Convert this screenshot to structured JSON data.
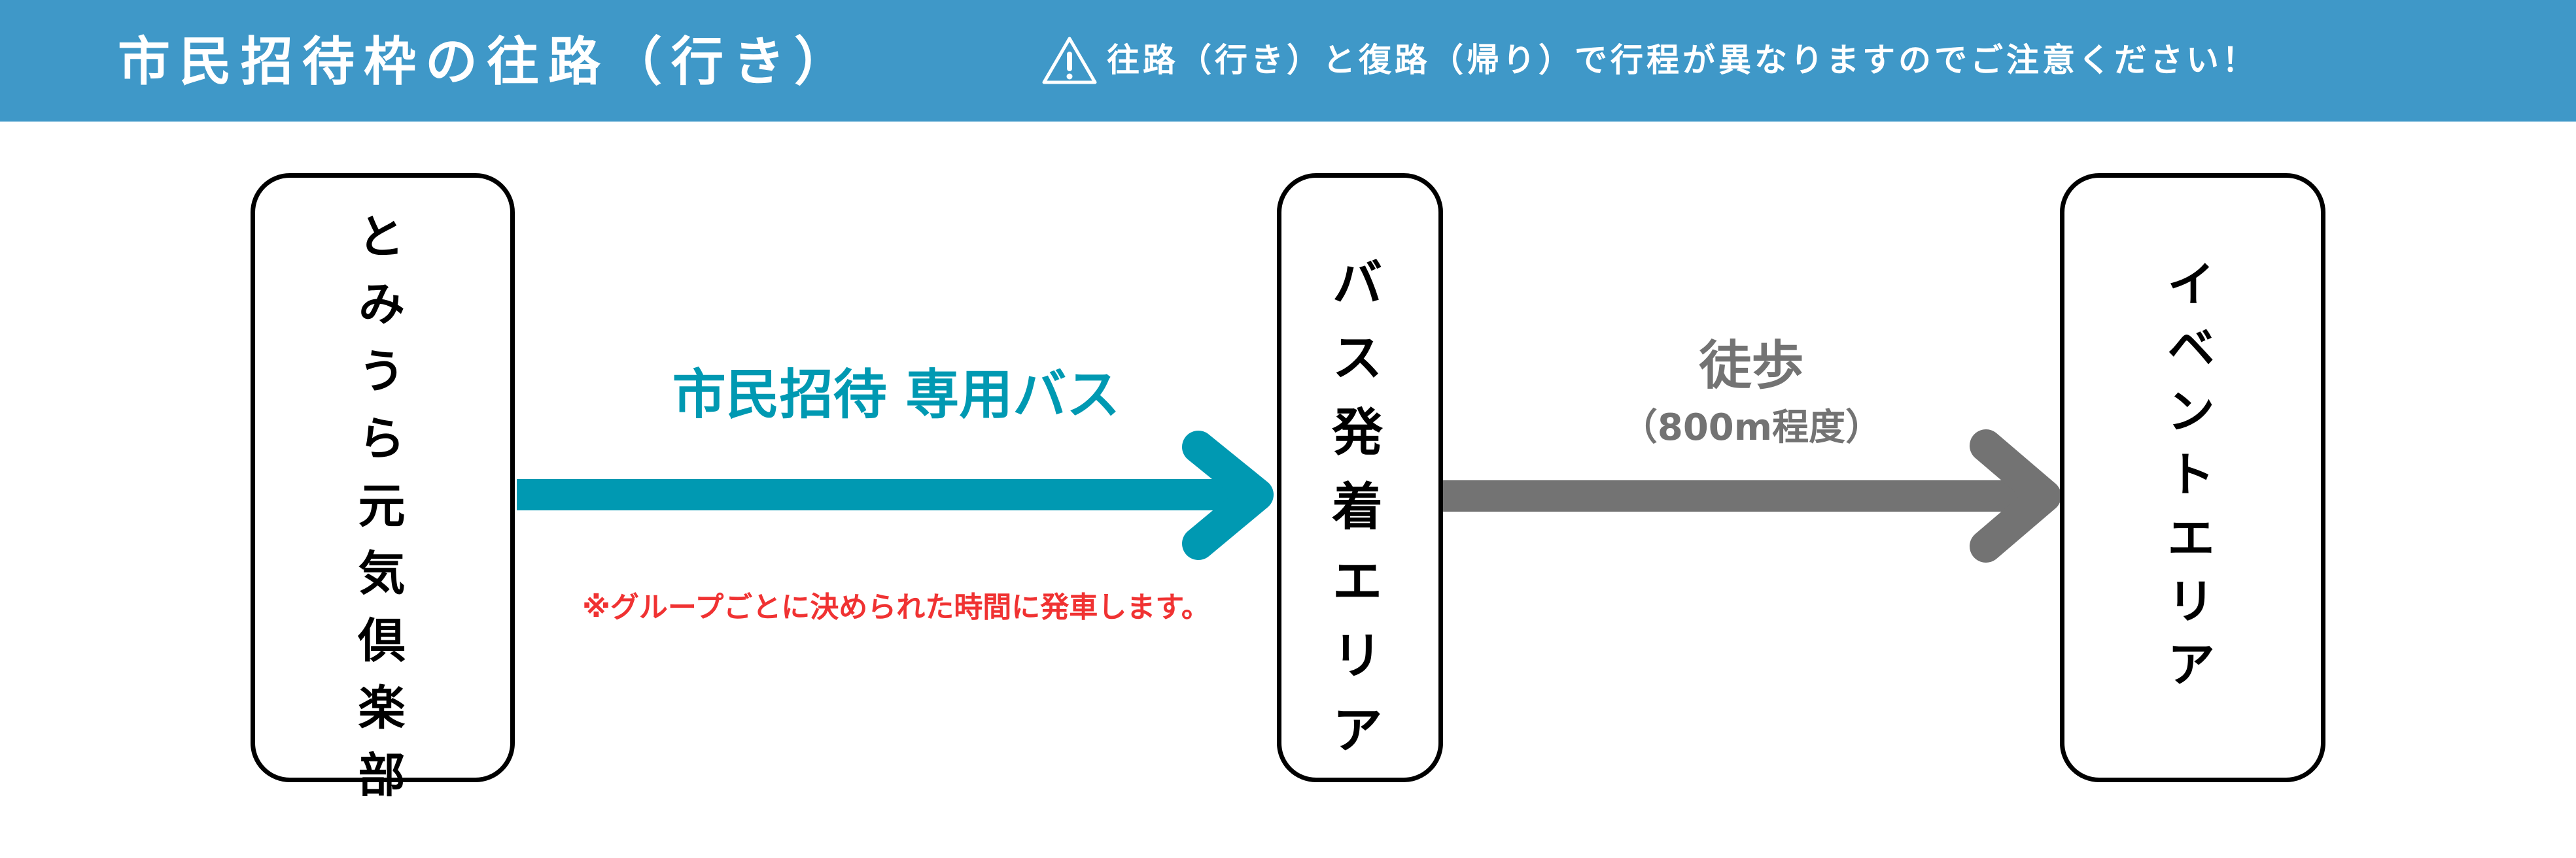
{
  "header": {
    "title": "市民招待枠の往路（行き）",
    "notice_icon": "warning-triangle-icon",
    "notice": "往路（行き）と復路（帰り）で行程が異なりますのでご注意ください！",
    "background_color": "#3f98c8",
    "text_color": "#ffffff"
  },
  "nodes": [
    {
      "id": "origin",
      "label": "とみうら元気倶楽部"
    },
    {
      "id": "bus-terminal",
      "label": "バス発着エリア"
    },
    {
      "id": "event",
      "label": "イベントエリア"
    }
  ],
  "edges": [
    {
      "from": "origin",
      "to": "bus-terminal",
      "label": "市民招待 専用バス",
      "note": "※グループごとに決められた時間に発車します。",
      "color": "#0099b2",
      "note_color": "#f03232"
    },
    {
      "from": "bus-terminal",
      "to": "event",
      "label": "徒歩",
      "sublabel": "（800m程度）",
      "color": "#737373"
    }
  ]
}
